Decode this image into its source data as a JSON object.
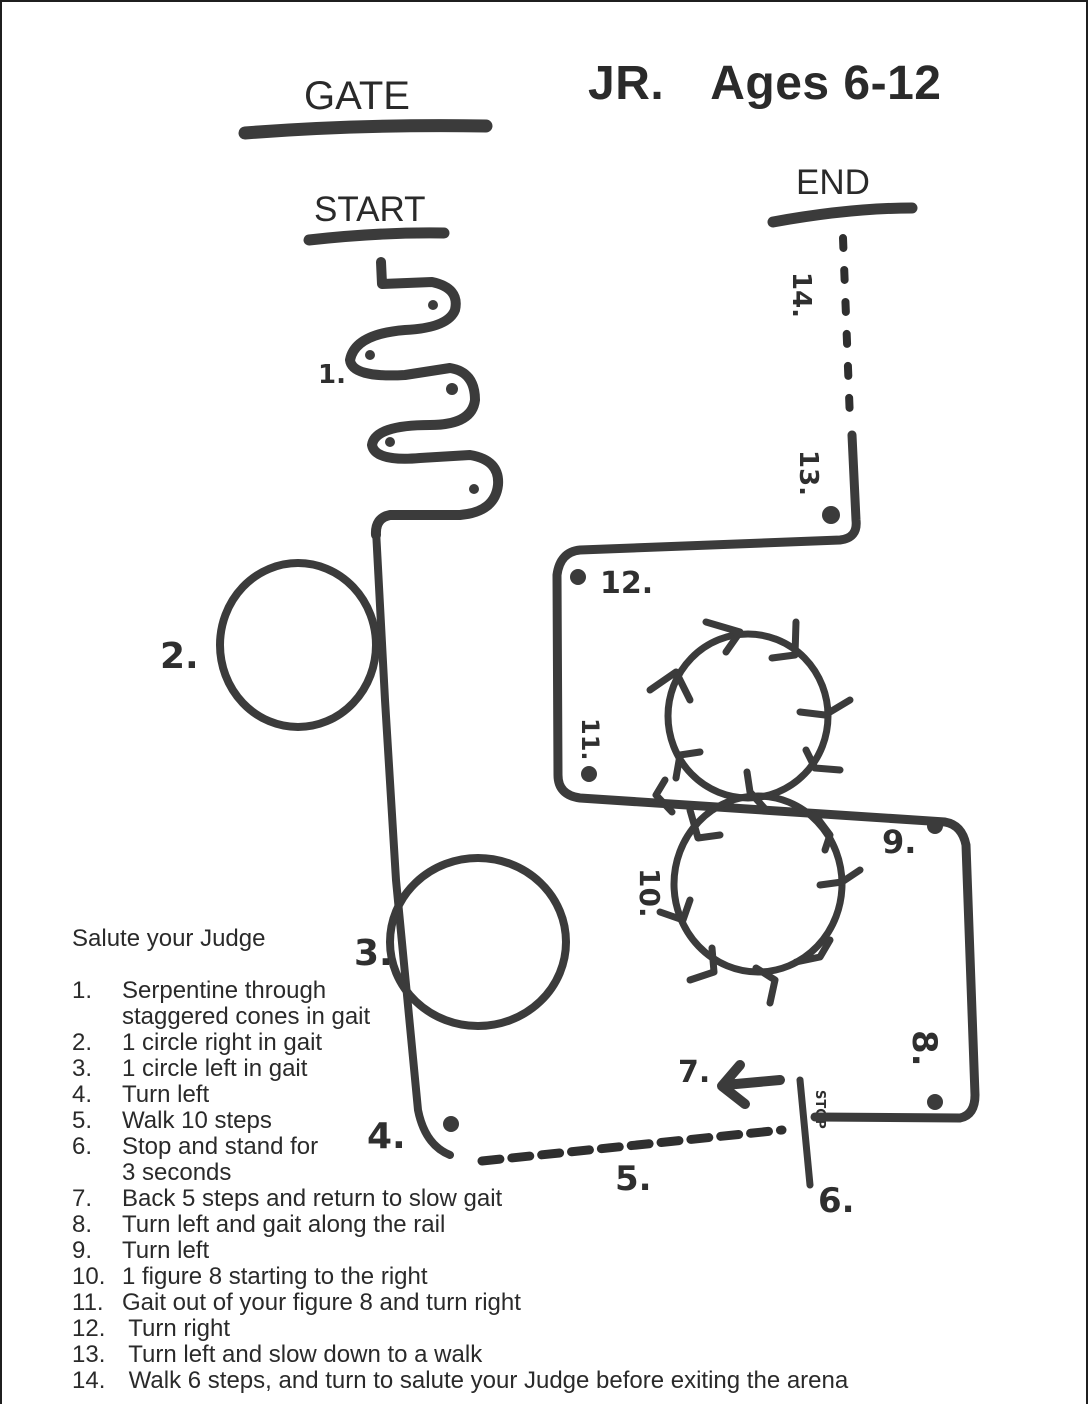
{
  "header": {
    "gate_label": "GATE",
    "division": "JR.",
    "ages": "Ages 6-12",
    "start_label": "START",
    "end_label": "END"
  },
  "diagram": {
    "ink_color": "#3b3b3b",
    "markers": {
      "m1": "1.",
      "m2": "2.",
      "m3": "3.",
      "m4": "4.",
      "m5": "5.",
      "m6": "6.",
      "m7": "7.",
      "m8": "8.",
      "m9": "9.",
      "m10": "10.",
      "m11": "11.",
      "m12": "12.",
      "m13": "13.",
      "m14": "14.",
      "stop": "STOP"
    }
  },
  "instructions": {
    "intro": "Salute your Judge",
    "steps": [
      {
        "num": "1.",
        "text": "Serpentine through",
        "cont": "staggered cones in gait"
      },
      {
        "num": "2.",
        "text": "1 circle right in gait"
      },
      {
        "num": "3.",
        "text": "1 circle left in gait"
      },
      {
        "num": "4.",
        "text": "Turn left"
      },
      {
        "num": "5.",
        "text": "Walk 10 steps"
      },
      {
        "num": "6.",
        "text": "Stop and stand for",
        "cont": "3 seconds"
      },
      {
        "num": "7.",
        "text": "Back 5 steps and return to slow gait"
      },
      {
        "num": "8.",
        "text": "Turn left and gait along the rail"
      },
      {
        "num": "9.",
        "text": "Turn left"
      },
      {
        "num": "10.",
        "text": "1 figure 8 starting to the right"
      },
      {
        "num": "11.",
        "text": "Gait out of your figure 8 and turn right"
      },
      {
        "num": "12.",
        "text": " Turn right"
      },
      {
        "num": "13.",
        "text": " Turn left and slow down to a walk"
      },
      {
        "num": "14.",
        "text": " Walk 6 steps, and turn to salute your Judge before exiting the arena"
      }
    ]
  }
}
